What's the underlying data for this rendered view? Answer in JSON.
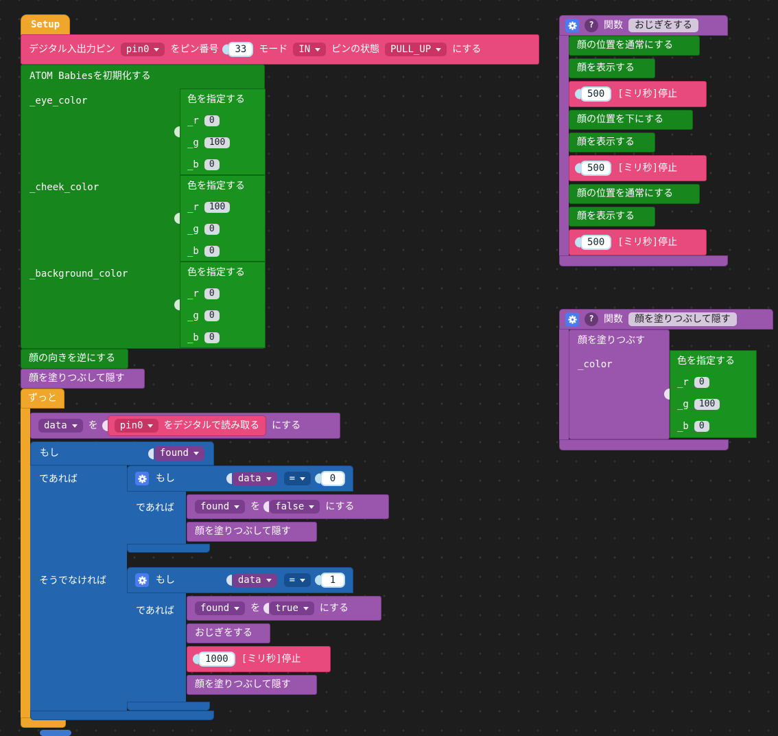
{
  "icons": {
    "help_glyph": "?"
  },
  "palette": {
    "background": "#1d1d1d",
    "yellow": "#f0a62a",
    "pink": "#e84a7e",
    "green": "#17861d",
    "purple": "#9a55ad",
    "blue": "#2365ae",
    "field_highlight": "#bfe2f3"
  },
  "setup": {
    "hat_label": "Setup",
    "pin_row": {
      "label1": "デジタル入出力ピン",
      "pin_dropdown": "pin0",
      "label2": "をピン番号",
      "pin_number": "33",
      "label3": "モード",
      "mode_dropdown": "IN",
      "label4": "ピンの状態",
      "state_dropdown": "PULL_UP",
      "label5": "にする"
    },
    "init_block": {
      "title": "ATOM Babiesを初期化する",
      "params": [
        {
          "name": "_eye_color",
          "color": {
            "title": "色を指定する",
            "rows": [
              {
                "label": "_r",
                "value": "0"
              },
              {
                "label": "_g",
                "value": "100"
              },
              {
                "label": "_b",
                "value": "0"
              }
            ]
          }
        },
        {
          "name": "_cheek_color",
          "color": {
            "title": "色を指定する",
            "rows": [
              {
                "label": "_r",
                "value": "100"
              },
              {
                "label": "_g",
                "value": "0"
              },
              {
                "label": "_b",
                "value": "0"
              }
            ]
          }
        },
        {
          "name": "_background_color",
          "color": {
            "title": "色を指定する",
            "rows": [
              {
                "label": "_r",
                "value": "0"
              },
              {
                "label": "_g",
                "value": "0"
              },
              {
                "label": "_b",
                "value": "0"
              }
            ]
          }
        }
      ]
    },
    "reverse_face_label": "顔の向きを逆にする",
    "hide_face_label": "顔を塗りつぶして隠す"
  },
  "forever": {
    "label": "ずっと",
    "set_data": {
      "var_dropdown": "data",
      "particle": "を",
      "read_block": {
        "pin_dropdown": "pin0",
        "label": "をデジタルで読み取る"
      },
      "suffix": "にする"
    },
    "if_block": {
      "if_label": "もし",
      "condition_dropdown": "found",
      "then_label": "であれば",
      "else_label": "そうでなければ",
      "then_branch": {
        "if_label": "もし",
        "var_dropdown": "data",
        "op_dropdown": "=",
        "compare_value": "0",
        "then_label": "であれば",
        "set_var": {
          "var_dropdown": "found",
          "particle": "を",
          "value_dropdown": "false",
          "suffix": "にする"
        },
        "hide_face_label": "顔を塗りつぶして隠す"
      },
      "else_branch": {
        "if_label": "もし",
        "var_dropdown": "data",
        "op_dropdown": "=",
        "compare_value": "1",
        "then_label": "であれば",
        "set_var": {
          "var_dropdown": "found",
          "particle": "を",
          "value_dropdown": "true",
          "suffix": "にする"
        },
        "call_function_label": "おじぎをする",
        "sleep": {
          "value": "1000",
          "label": "[ミリ秒]停止"
        },
        "hide_face_label": "顔を塗りつぶして隠す"
      }
    }
  },
  "func_bow": {
    "keyword": "関数",
    "name": "おじぎをする",
    "statements": [
      {
        "text": "顔の位置を通常にする"
      },
      {
        "text": "顔を表示する"
      },
      {
        "value": "500",
        "label": "[ミリ秒]停止"
      },
      {
        "text": "顔の位置を下にする"
      },
      {
        "text": "顔を表示する"
      },
      {
        "value": "500",
        "label": "[ミリ秒]停止"
      },
      {
        "text": "顔の位置を通常にする"
      },
      {
        "text": "顔を表示する"
      },
      {
        "value": "500",
        "label": "[ミリ秒]停止"
      }
    ]
  },
  "func_hide": {
    "keyword": "関数",
    "name": "顔を塗りつぶして隠す",
    "fill_block": {
      "title": "顔を塗りつぶす",
      "param_name": "_color",
      "color": {
        "title": "色を指定する",
        "rows": [
          {
            "label": "_r",
            "value": "0"
          },
          {
            "label": "_g",
            "value": "100"
          },
          {
            "label": "_b",
            "value": "0"
          }
        ]
      }
    }
  }
}
